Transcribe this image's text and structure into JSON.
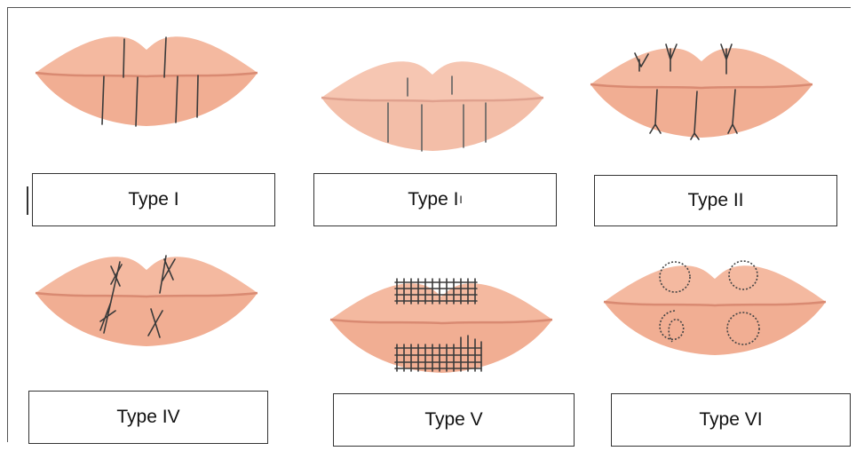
{
  "labels": {
    "type_i": "Type I",
    "type_i_prime": "Type I",
    "type_i_prime_sup": "I",
    "type_ii": "Type II",
    "type_iv": "Type IV",
    "type_v": "Type V",
    "type_vi": "Type VI"
  },
  "colors": {
    "lip": "#f4b9a0",
    "lip_line": "#d98a72",
    "stitch": "#3a3a3a",
    "border": "#333333"
  }
}
